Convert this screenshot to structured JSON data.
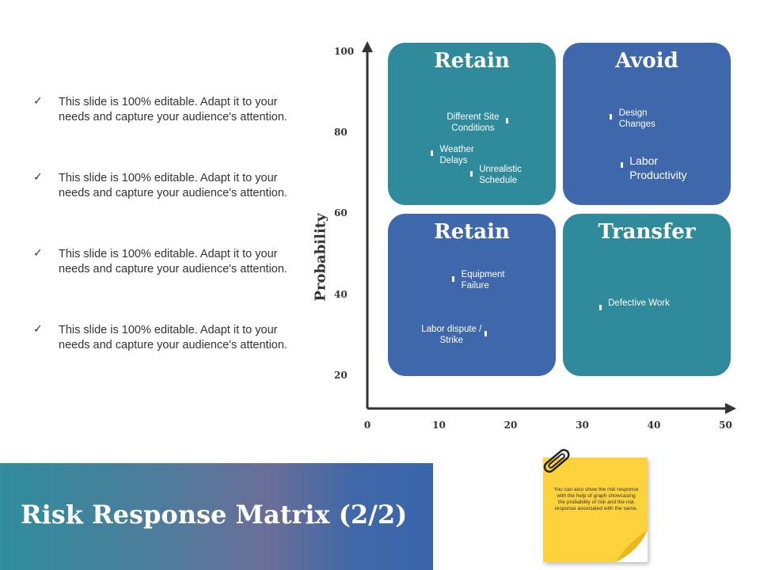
{
  "bullets": [
    {
      "icon": "check-icon",
      "text": "This slide is 100% editable. Adapt it to your needs and capture your audience's attention."
    },
    {
      "icon": "check-icon",
      "text": " This slide is 100% editable. Adapt it to your needs and capture your audience's attention."
    },
    {
      "icon": "check-icon",
      "text": "This slide is 100% editable. Adapt it to your needs and capture your audience's attention."
    },
    {
      "icon": "check-icon",
      "text": "This slide is 100% editable. Adapt it to your needs and capture your audience's attention."
    }
  ],
  "banner": {
    "title": "Risk Response Matrix (2/2)"
  },
  "sticky_note": {
    "text": "You can also show the risk response with the help of graph showcasing the probability of risk and the risk response associated with the same."
  },
  "colors": {
    "teal": "#2f8a9c",
    "blue": "#3f67ab",
    "text": "#333333"
  },
  "chart_data": {
    "type": "scatter",
    "ylabel": "Probability",
    "xlabel": "",
    "xlim": [
      0,
      50
    ],
    "ylim": [
      10,
      100
    ],
    "x_ticks": [
      "0",
      "10",
      "20",
      "30",
      "40",
      "50"
    ],
    "y_ticks": [
      "100",
      "80",
      "60",
      "40",
      "20"
    ],
    "quadrants": [
      {
        "name": "Retain",
        "position": "top-left",
        "color": "teal"
      },
      {
        "name": "Avoid",
        "position": "top-right",
        "color": "blue"
      },
      {
        "name": "Retain",
        "position": "bottom-left",
        "color": "blue"
      },
      {
        "name": "Transfer",
        "position": "bottom-right",
        "color": "teal"
      }
    ],
    "points": [
      {
        "label": "Different Site Conditions",
        "x": 19.5,
        "y": 83,
        "label_side": "left"
      },
      {
        "label": "Weather Delays",
        "x": 9,
        "y": 75,
        "label_side": "right"
      },
      {
        "label": "Unrealistic Schedule",
        "x": 14.5,
        "y": 70,
        "label_side": "right"
      },
      {
        "label": "Design Changes",
        "x": 34,
        "y": 84,
        "label_side": "right"
      },
      {
        "label": "Labor Productivity",
        "x": 35.5,
        "y": 72,
        "label_side": "right",
        "large": true
      },
      {
        "label": "Equipment Failure",
        "x": 12,
        "y": 44,
        "label_side": "right"
      },
      {
        "label": "Labor dispute / Strike",
        "x": 16.5,
        "y": 30.5,
        "label_side": "left"
      },
      {
        "label": "Defective Work",
        "x": 32.5,
        "y": 37,
        "label_side": "right"
      }
    ]
  }
}
